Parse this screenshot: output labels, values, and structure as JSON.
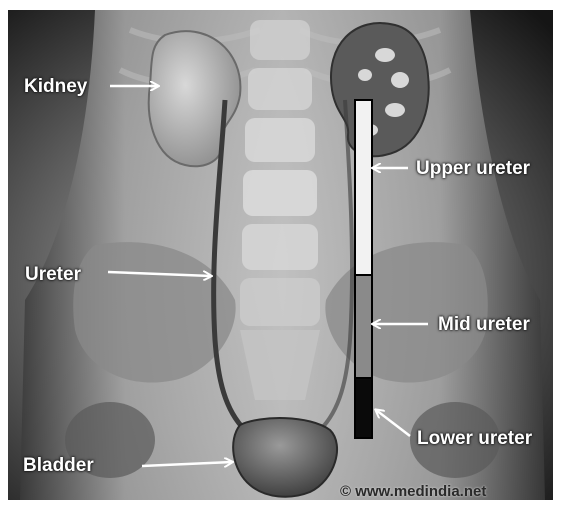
{
  "labels": {
    "kidney": "Kidney",
    "ureter": "Ureter",
    "bladder": "Bladder",
    "upper_ureter": "Upper ureter",
    "mid_ureter": "Mid ureter",
    "lower_ureter": "Lower ureter"
  },
  "credit": "© www.medindia.net",
  "colors": {
    "background": "#1a1a1a",
    "label_text": "#ffffff",
    "arrow": "#ffffff",
    "segment_upper": "#f2f2f2",
    "segment_mid": "#8a8a8a",
    "segment_lower": "#0a0a0a"
  }
}
